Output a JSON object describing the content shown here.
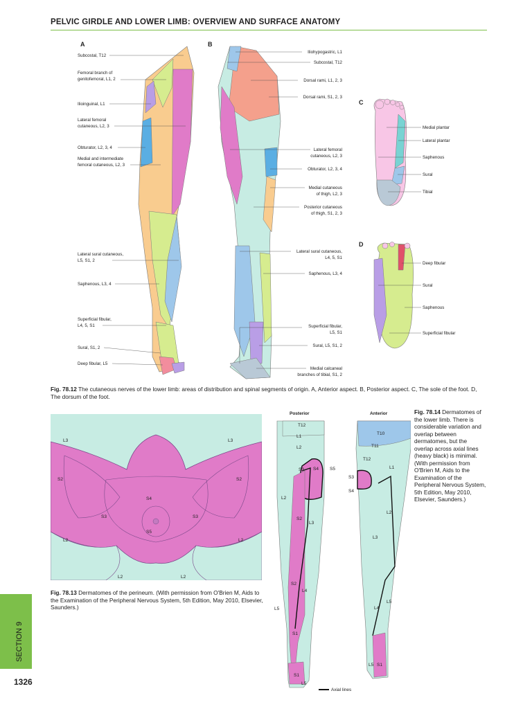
{
  "header": {
    "title": "PELVIC GIRDLE AND LOWER LIMB: OVERVIEW AND SURFACE ANATOMY"
  },
  "fig1": {
    "panels": {
      "a": "A",
      "b": "B",
      "c": "C",
      "d": "D"
    },
    "a_labels": [
      [
        "Subcostal, T12"
      ],
      [
        "Femoral branch of",
        "genitofemoral, L1, 2"
      ],
      [
        "Ilioinguinal, L1"
      ],
      [
        "Lateral femoral",
        "cutaneous, L2, 3"
      ],
      [
        "Obturator, L2, 3, 4"
      ],
      [
        "Medial and intermediate",
        "femoral cutaneous, L2, 3"
      ],
      [
        "Lateral sural cutaneous,",
        "L5, S1, 2"
      ],
      [
        "Saphenous, L3, 4"
      ],
      [
        "Superficial fibular,",
        "L4, 5, S1"
      ],
      [
        "Sural, S1, 2"
      ],
      [
        "Deep fibular, L5"
      ]
    ],
    "b_labels": [
      [
        "Iliohypogastric, L1"
      ],
      [
        "Subcostal, T12"
      ],
      [
        "Dorsal rami, L1, 2, 3"
      ],
      [
        "Dorsal rami, S1, 2, 3"
      ],
      [
        "Lateral femoral",
        "cutaneous, L2, 3"
      ],
      [
        "Obturator, L2, 3, 4"
      ],
      [
        "Medial cutaneous",
        "of thigh, L2, 3"
      ],
      [
        "Posterior cutaneous",
        "of thigh, S1, 2, 3"
      ],
      [
        "Lateral sural cutaneous,",
        "L4, 5, S1"
      ],
      [
        "Saphenous, L3, 4"
      ],
      [
        "Superficial fibular,",
        "L5, S1"
      ],
      [
        "Sural, L5, S1, 2"
      ],
      [
        "Medial calcaneal",
        "branches of tibial, S1, 2"
      ]
    ],
    "c_labels": [
      "Medial plantar",
      "Lateral plantar",
      "Saphenous",
      "Sural",
      "Tibial"
    ],
    "d_labels": [
      "Deep fibular",
      "Sural",
      "Saphenous",
      "Superficial fibular"
    ],
    "caption": {
      "label": "Fig. 78.12",
      "text": " The cutaneous nerves of the lower limb: areas of distribution and spinal segments of origin. A, Anterior aspect. B, Posterior aspect. C, The sole of the foot. D, The dorsum of the foot."
    }
  },
  "fig2": {
    "labels": [
      "L3",
      "L3",
      "S2",
      "S2",
      "S4",
      "S3",
      "S3",
      "S5",
      "L2",
      "L2",
      "L2",
      "L2"
    ],
    "caption": {
      "label": "Fig. 78.13",
      "text": " Dermatomes of the perineum. (With permission from O'Brien M, Aids to the Examination of the Peripheral Nervous System, 5th Edition, May 2010, Elsevier, Saunders.)"
    }
  },
  "fig3": {
    "posterior_title": "Posterior",
    "anterior_title": "Anterior",
    "posterior_labels": [
      "T12",
      "L1",
      "L2",
      "S3",
      "S4",
      "S5",
      "L2",
      "S2",
      "L3",
      "S2",
      "L4",
      "L5",
      "S1",
      "S1",
      "L5"
    ],
    "anterior_labels": [
      "T10",
      "T11",
      "T12",
      "L1",
      "S3",
      "S4",
      "L2",
      "L3",
      "L5",
      "L4",
      "L5",
      "S1"
    ],
    "legend": "Axial lines",
    "caption": {
      "label": "Fig. 78.14",
      "text": " Dermatomes of the lower limb. There is considerable variation and overlap between dermatomes, but the overlap across axial lines (heavy black) is minimal. (With permission from O'Brien M, Aids to the Examination of the Peripheral Nervous System, 5th Edition, May 2010, Elsevier, Saunders.)"
    }
  },
  "footer": {
    "section": "SECTION 9",
    "page": "1326"
  },
  "colors": {
    "accent": "#7dbf4a",
    "pink": "#e07bc8",
    "orange": "#f9cc8f",
    "green": "#d6ec8f",
    "blue": "#9ec7ea",
    "salmon": "#f4a08c",
    "mint": "#c7ece3",
    "lavender": "#b99ee6",
    "grey": "#b9c9d6"
  }
}
